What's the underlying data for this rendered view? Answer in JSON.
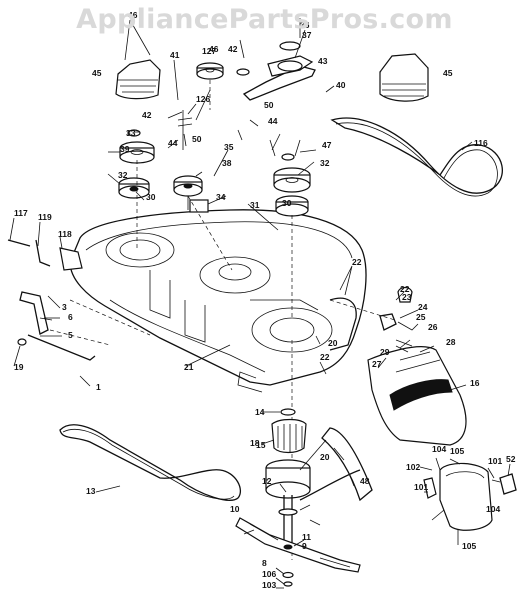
{
  "watermark": "AppliancePartsPros.com",
  "callouts": [
    "46",
    "127",
    "42",
    "36",
    "37",
    "41",
    "126",
    "43",
    "40",
    "45",
    "50",
    "44",
    "39",
    "33",
    "32",
    "35",
    "38",
    "34",
    "31",
    "30",
    "47",
    "116",
    "117",
    "119",
    "118",
    "3",
    "6",
    "5",
    "19",
    "1",
    "21",
    "22",
    "23",
    "24",
    "25",
    "26",
    "28",
    "29",
    "27",
    "16",
    "15",
    "14",
    "18",
    "20",
    "48",
    "13",
    "12",
    "11",
    "10",
    "9",
    "8",
    "106",
    "103",
    "102",
    "104",
    "105",
    "101",
    "52"
  ]
}
